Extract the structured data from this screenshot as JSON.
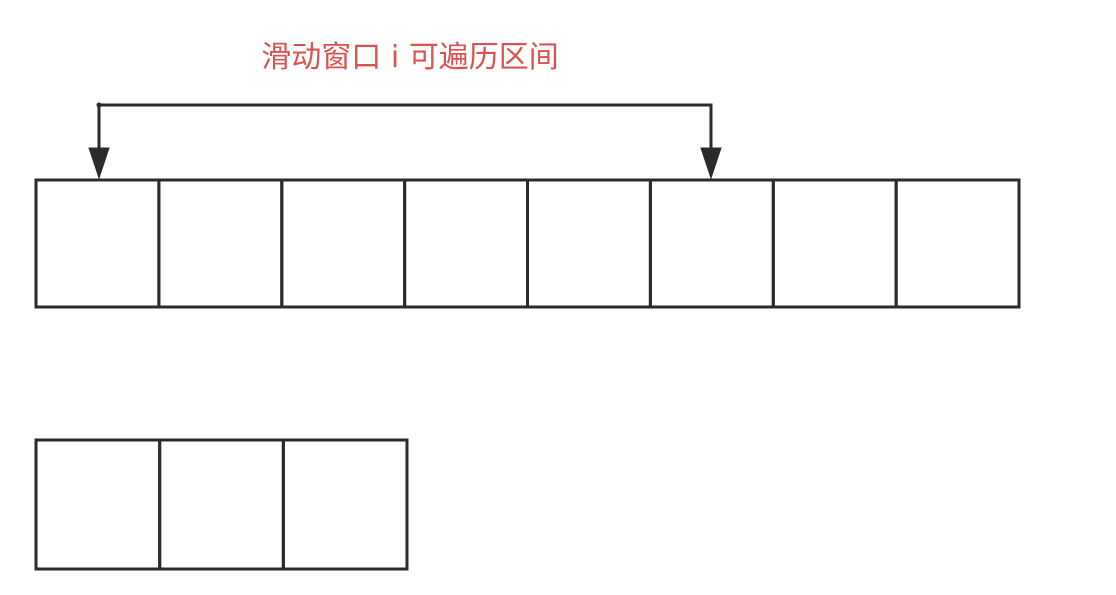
{
  "caption": {
    "text": "滑动窗口 i 可遍历区间",
    "color": "#d9534f"
  },
  "stroke_color": "#2b2b2b",
  "arrays": [
    {
      "name": "main-array",
      "cell_count": 8
    },
    {
      "name": "window-array",
      "cell_count": 3
    }
  ],
  "bracket": {
    "from_cell": 0,
    "to_cell": 5,
    "arrow_direction": "down"
  }
}
